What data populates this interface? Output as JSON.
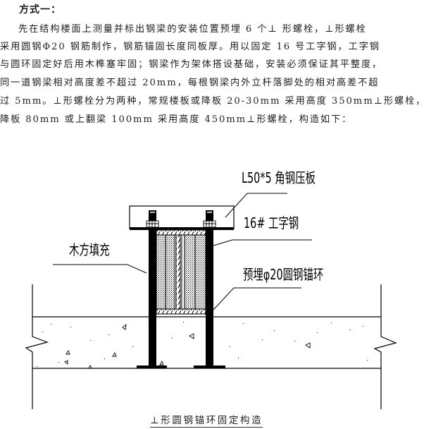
{
  "document": {
    "heading": "方式一：",
    "paragraph_lines": [
      "先在结构楼面上测量并标出钢梁的安装位置预埋 6 个⊥ 形螺栓，⊥形螺栓",
      "采用圆钢Φ20 钢筋制作，钢筋锚固长度同板厚。用以固定 16 号工字钢，工字钢",
      "与圆环固定好后用木榫塞牢固；钢梁作为架体搭设基础，安装必须保证其平整度，",
      "同一道钢梁相对高度差不超过 20mm，每根钢梁内外立杆落脚处的相对高差不超",
      "过 5mm。⊥形螺栓分为两种，常规楼板或降板 20-30mm 采用高度 350mm⊥形螺栓，",
      "降板 80mm 或上翻梁 100mm 采用高度 450mm⊥形螺栓，构造如下："
    ]
  },
  "figure": {
    "labels": {
      "angle_plate": "L50*5 角钢压板",
      "i_beam": "16# 工字钢",
      "wood_fill": "木方填充",
      "anchor_ring": "预埋φ20圆钢锚环"
    },
    "caption": "⊥形圆钢锚环固定构造"
  }
}
